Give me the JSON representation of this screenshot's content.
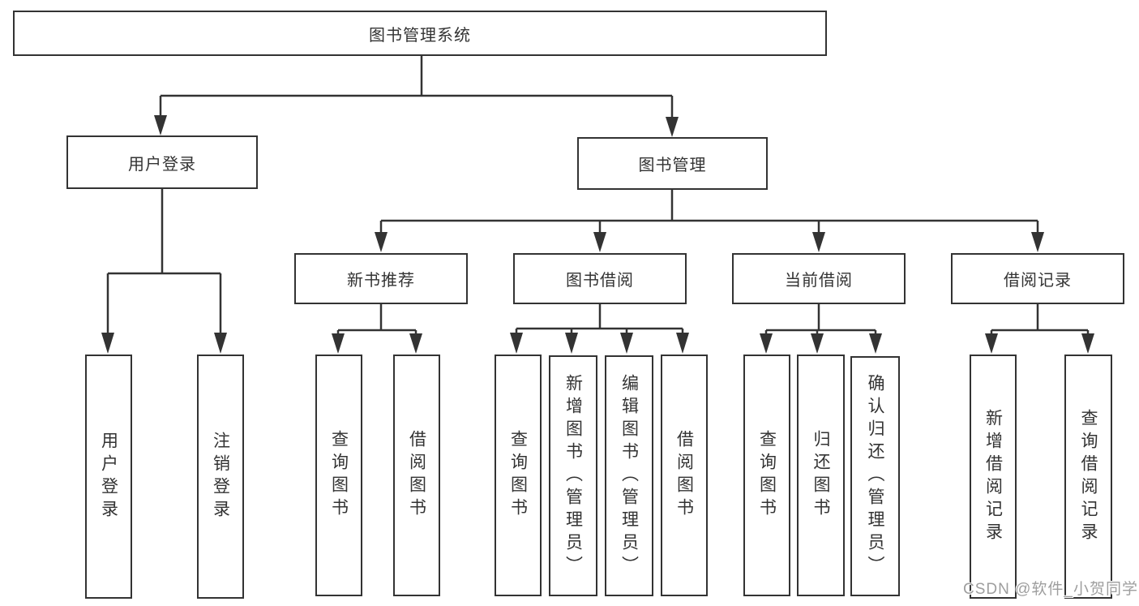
{
  "diagram": {
    "title": "图书管理系统",
    "root": {
      "label": "图书管理系统"
    },
    "branches": [
      {
        "label": "用户登录",
        "children": [
          {
            "label": "用户登录"
          },
          {
            "label": "注销登录"
          }
        ]
      },
      {
        "label": "图书管理",
        "children": [
          {
            "label": "新书推荐",
            "children": [
              {
                "label": "查询图书"
              },
              {
                "label": "借阅图书"
              }
            ]
          },
          {
            "label": "图书借阅",
            "children": [
              {
                "label": "查询图书"
              },
              {
                "label": "新增图书（管理员）"
              },
              {
                "label": "编辑图书（管理员）"
              },
              {
                "label": "借阅图书"
              }
            ]
          },
          {
            "label": "当前借阅",
            "children": [
              {
                "label": "查询图书"
              },
              {
                "label": "归还图书"
              },
              {
                "label": "确认归还（管理员）"
              }
            ]
          },
          {
            "label": "借阅记录",
            "children": [
              {
                "label": "新增借阅记录"
              },
              {
                "label": "查询借阅记录"
              }
            ]
          }
        ]
      }
    ]
  },
  "watermark": {
    "text": "CSDN @软件_小贺同学"
  },
  "colors": {
    "line": "#333333",
    "box_border": "#333333",
    "box_background": "#ffffff",
    "text": "#333333",
    "watermark": "#9e9e9e",
    "page_background": "#ffffff"
  }
}
